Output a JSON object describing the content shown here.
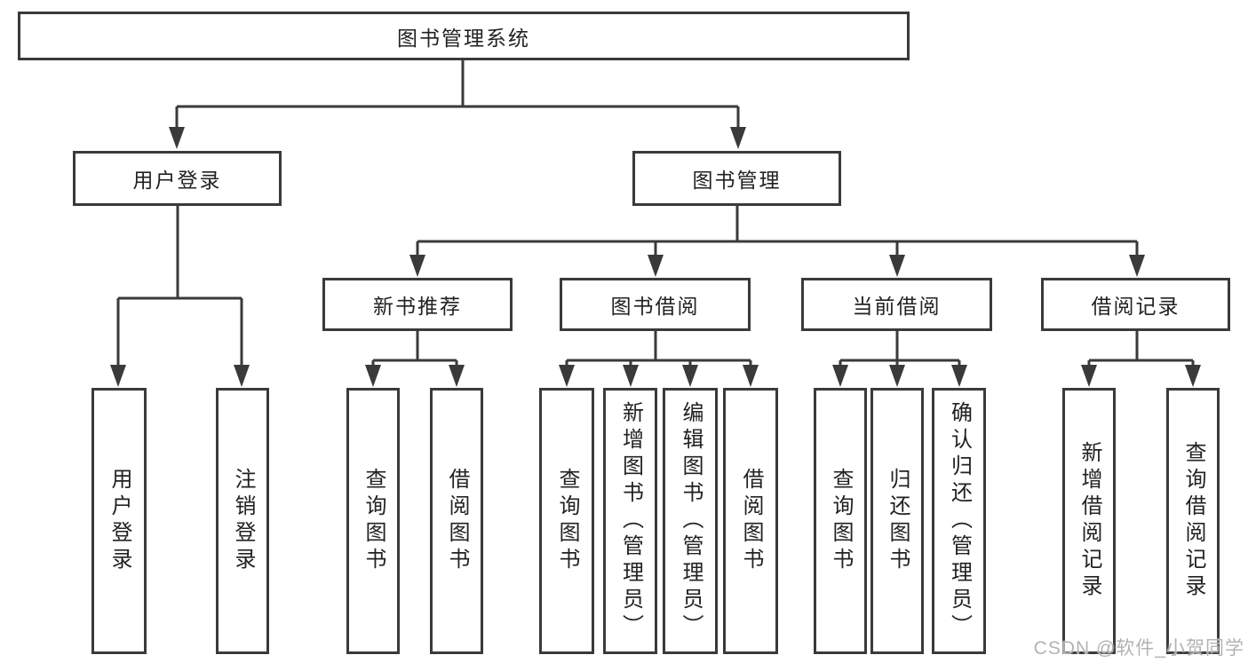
{
  "diagram": {
    "type": "hierarchy",
    "tree": {
      "label": "图书管理系统",
      "children": [
        {
          "label": "用户登录",
          "children": [
            {
              "label": "用户登录"
            },
            {
              "label": "注销登录"
            }
          ]
        },
        {
          "label": "图书管理",
          "children": [
            {
              "label": "新书推荐",
              "children": [
                {
                  "label": "查询图书"
                },
                {
                  "label": "借阅图书"
                }
              ]
            },
            {
              "label": "图书借阅",
              "children": [
                {
                  "label": "查询图书"
                },
                {
                  "label": "新增图书（管理员）"
                },
                {
                  "label": "编辑图书（管理员）"
                },
                {
                  "label": "借阅图书"
                }
              ]
            },
            {
              "label": "当前借阅",
              "children": [
                {
                  "label": "查询图书"
                },
                {
                  "label": "归还图书"
                },
                {
                  "label": "确认归还（管理员）"
                }
              ]
            },
            {
              "label": "借阅记录",
              "children": [
                {
                  "label": "新增借阅记录"
                },
                {
                  "label": "查询借阅记录"
                }
              ]
            }
          ]
        }
      ]
    },
    "colors": {
      "line": "#3a3a3a",
      "text": "#222222",
      "background": "#ffffff",
      "watermark": "#b3b3b3"
    }
  },
  "watermark": {
    "text": "CSDN @软件_小贺同学"
  }
}
